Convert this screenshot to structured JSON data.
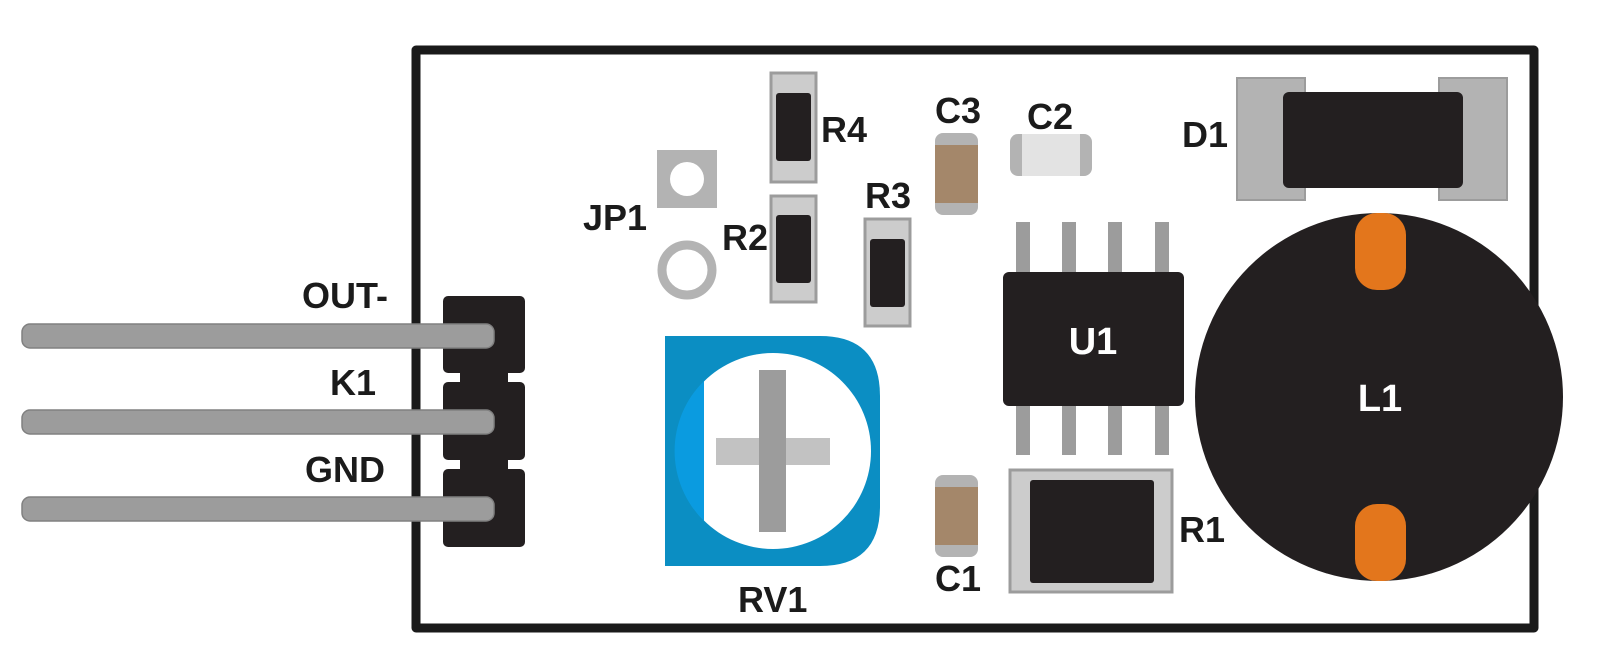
{
  "labels": {
    "out": "OUT-",
    "k1": "K1",
    "gnd": "GND",
    "jp1": "JP1",
    "r1": "R1",
    "r2": "R2",
    "r3": "R3",
    "r4": "R4",
    "c1": "C1",
    "c2": "C2",
    "c3": "C3",
    "d1": "D1",
    "u1": "U1",
    "l1": "L1",
    "rv1": "RV1"
  },
  "colors": {
    "board_outline": "#1a1a1a",
    "board_fill": "#ffffff",
    "component_body": "#231f20",
    "pad_grey": "#b3b3b3",
    "pin_grey": "#9c9c9c",
    "capacitor_tan": "#a4876a",
    "capacitor_light": "#e3e3e3",
    "trimmer_blue": "#0b8ec3",
    "trimmer_highlight": "#0a9be0",
    "inductor_terminal": "#e3761c"
  }
}
